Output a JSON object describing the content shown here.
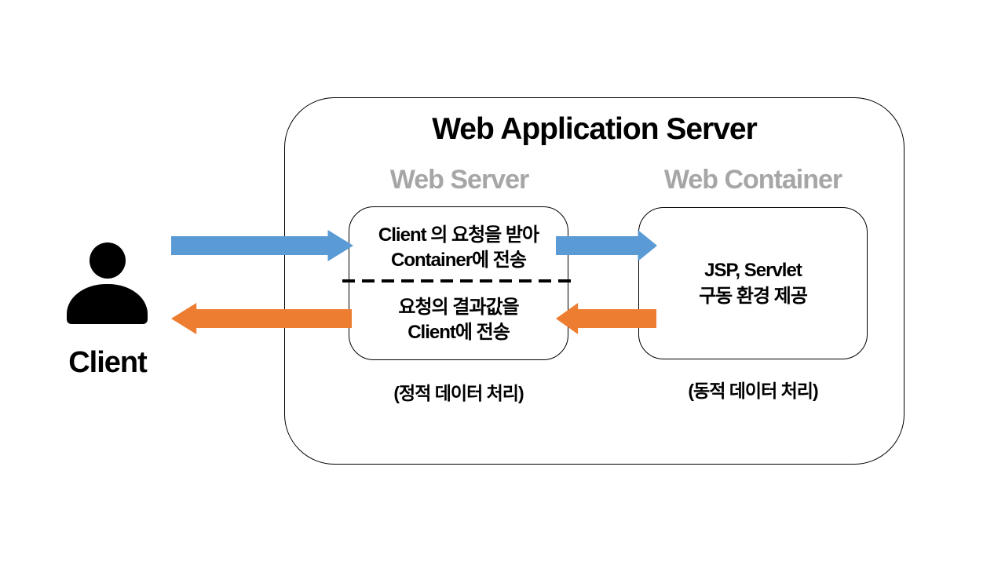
{
  "colors": {
    "request_arrow_blue": "#5B9BD5",
    "response_arrow_orange": "#ED7D31",
    "subheading_gray": "#A6A6A6",
    "diagram_black": "#000000"
  },
  "client": {
    "label": "Client",
    "icon": "person-icon"
  },
  "server": {
    "title": "Web Application Server",
    "web_server": {
      "heading": "Web Server",
      "request": {
        "line1": "Client 의 요청을 받아",
        "line2": "Container에 전송"
      },
      "response": {
        "line1": "요청의 결과값을",
        "line2": "Client에 전송"
      },
      "caption": "(정적 데이터 처리)"
    },
    "web_container": {
      "heading": "Web Container",
      "body": {
        "line1": "JSP, Servlet",
        "line2": "구동 환경 제공"
      },
      "caption": "(동적 데이터 처리)"
    }
  },
  "arrows": [
    {
      "name": "client-to-webserver",
      "direction": "right",
      "meaning": "request"
    },
    {
      "name": "webserver-to-container",
      "direction": "right",
      "meaning": "request"
    },
    {
      "name": "container-to-webserver",
      "direction": "left",
      "meaning": "response"
    },
    {
      "name": "webserver-to-client",
      "direction": "left",
      "meaning": "response"
    }
  ]
}
